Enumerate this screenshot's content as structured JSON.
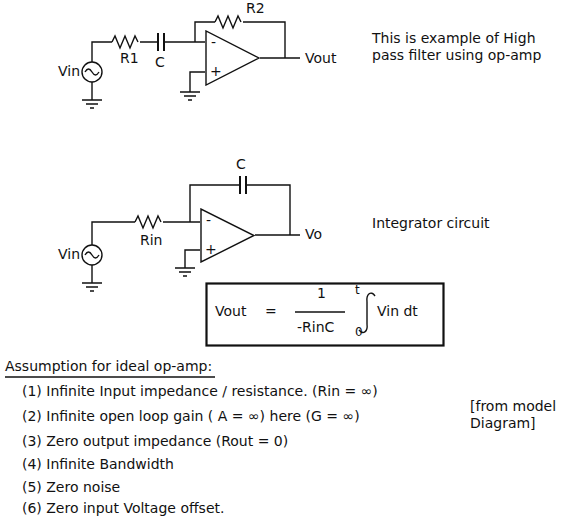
{
  "diagram": {
    "nodes": [
      {
        "text": [
          "-",
          "+"
        ]
      },
      {
        "text": [
          "-",
          "+"
        ]
      },
      {
        "text": [
          "Vout",
          "=",
          "1",
          "-RinC",
          "t",
          "0",
          "Vin dt"
        ]
      }
    ],
    "labels": [
      "R1",
      "C",
      "R2",
      "Vin",
      "Vout",
      "This is example of High pass filter using op-amp",
      "C",
      "Rin",
      "Vin",
      "Vo",
      "Integrator circuit",
      "Assumption for ideal op-amp:",
      "(1) Infinite Input impedance / resistance. (Rin = ∞)",
      "(2) Infinite open loop gain ( A = ∞) here (G = ∞)",
      "[from model Diagram]",
      "(3) Zero output impedance (Rout = 0)",
      "(4) Infinite Bandwidth",
      "(5) Zero noise",
      "(6) Zero input Voltage offset."
    ]
  }
}
